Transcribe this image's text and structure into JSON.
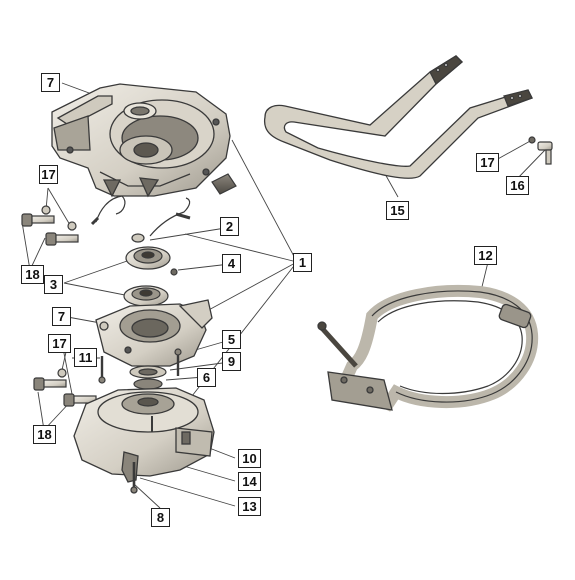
{
  "callouts": {
    "c1": "1",
    "c2": "2",
    "c3": "3",
    "c4": "4",
    "c5": "5",
    "c6": "6",
    "c7a": "7",
    "c7b": "7",
    "c8": "8",
    "c9": "9",
    "c10": "10",
    "c11": "11",
    "c12": "12",
    "c13": "13",
    "c14": "14",
    "c15": "15",
    "c16": "16",
    "c17a": "17",
    "c17b": "17",
    "c17c": "17",
    "c18a": "18",
    "c18b": "18"
  },
  "colors": {
    "line": "#3a3a3a",
    "metal_light": "#e6e2d8",
    "metal_mid": "#b9b4a8",
    "metal_dark": "#6e6a62",
    "background": "#ffffff"
  }
}
